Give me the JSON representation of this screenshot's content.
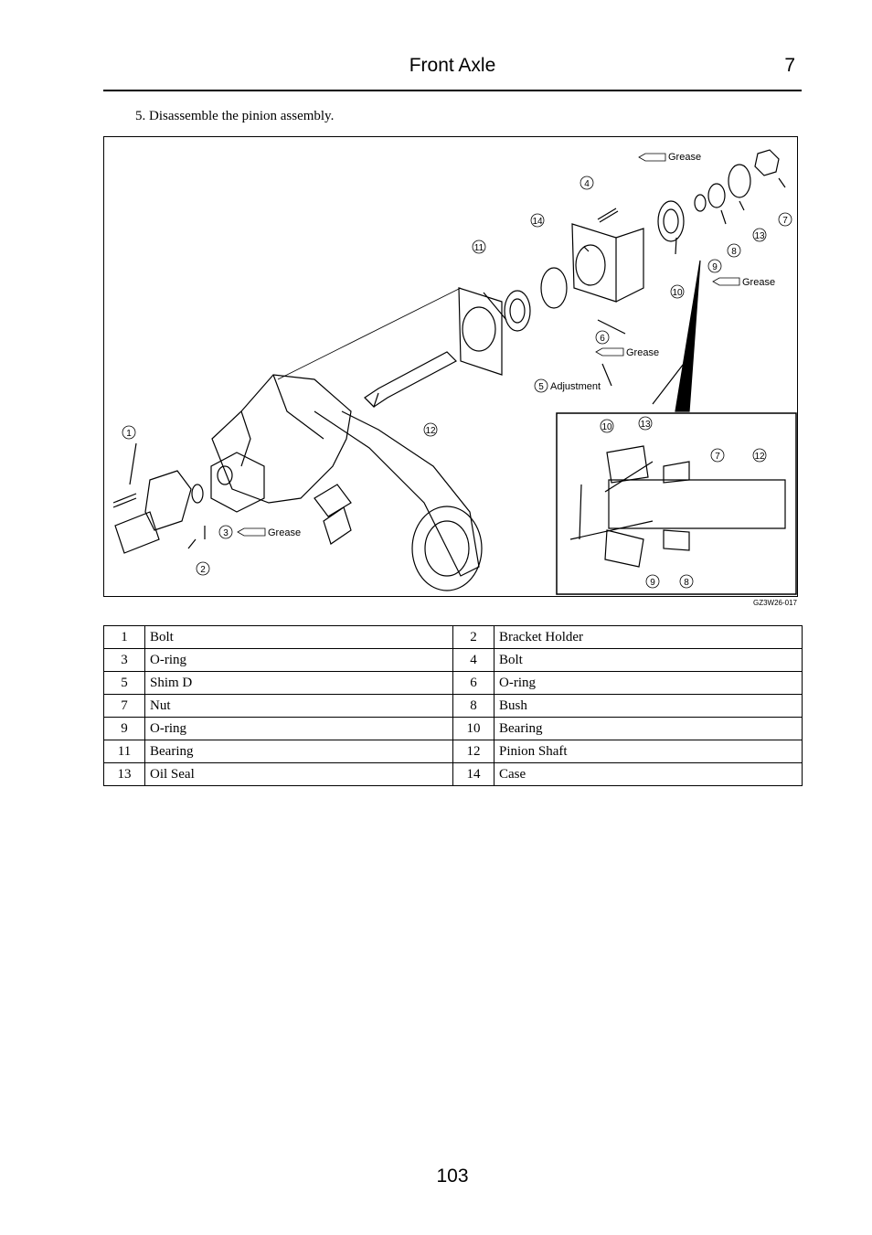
{
  "header": {
    "title": "Front Axle",
    "chapter": "7"
  },
  "step": {
    "text": "5.  Disassemble the pinion assembly."
  },
  "figure": {
    "code": "GZ3W26-017",
    "callouts": [
      "1",
      "2",
      "3",
      "4",
      "5",
      "6",
      "7",
      "8",
      "9",
      "10",
      "11",
      "12",
      "13",
      "14"
    ],
    "notes": {
      "grease": "Grease",
      "adjustment": "Adjustment"
    },
    "inset_callouts": [
      "10",
      "13",
      "7",
      "12",
      "9",
      "8"
    ]
  },
  "parts": [
    {
      "left_no": "1",
      "left_name": "Bolt",
      "right_no": "2",
      "right_name": "Bracket Holder"
    },
    {
      "left_no": "3",
      "left_name": "O-ring",
      "right_no": "4",
      "right_name": "Bolt"
    },
    {
      "left_no": "5",
      "left_name": "Shim D",
      "right_no": "6",
      "right_name": "O-ring"
    },
    {
      "left_no": "7",
      "left_name": "Nut",
      "right_no": "8",
      "right_name": "Bush"
    },
    {
      "left_no": "9",
      "left_name": "O-ring",
      "right_no": "10",
      "right_name": "Bearing"
    },
    {
      "left_no": "11",
      "left_name": "Bearing",
      "right_no": "12",
      "right_name": "Pinion Shaft"
    },
    {
      "left_no": "13",
      "left_name": "Oil Seal",
      "right_no": "14",
      "right_name": "Case"
    }
  ],
  "footer": {
    "page_number": "103"
  }
}
